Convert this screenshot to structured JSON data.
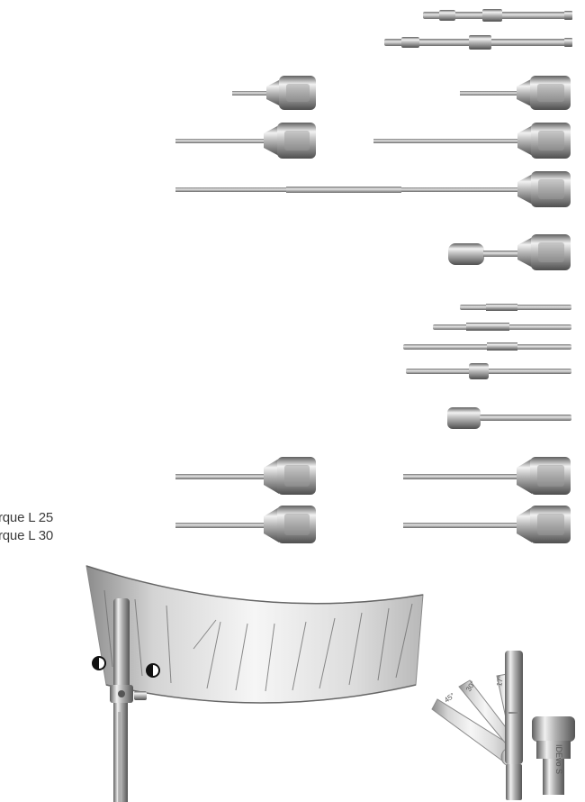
{
  "captions": {
    "line1": "rque L 25",
    "line2": "rque L 30"
  },
  "guide_fan_labels": [
    "45°",
    "30°",
    "17°"
  ],
  "mount_label": "IDEvo S",
  "colors": {
    "steel_dark": "#6e6e6e",
    "steel_mid": "#a9a9a9",
    "steel_light": "#eeeeee",
    "background": "#ffffff"
  }
}
